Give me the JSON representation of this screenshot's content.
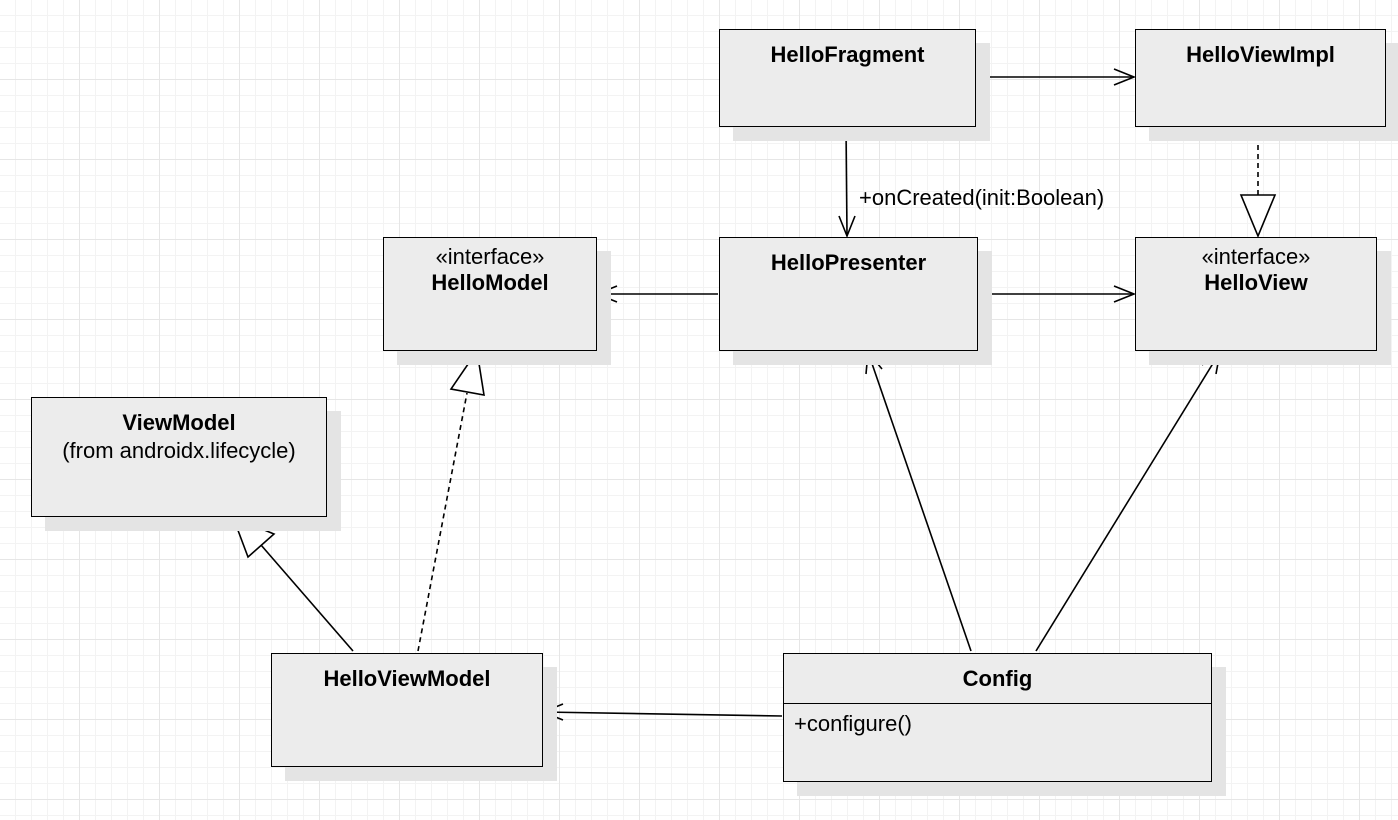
{
  "diagram": {
    "classes": {
      "hello_fragment": {
        "name": "HelloFragment"
      },
      "hello_view_impl": {
        "name": "HelloViewImpl"
      },
      "hello_model": {
        "stereotype": "«interface»",
        "name": "HelloModel"
      },
      "hello_presenter": {
        "name": "HelloPresenter"
      },
      "hello_view": {
        "stereotype": "«interface»",
        "name": "HelloView"
      },
      "view_model": {
        "name": "ViewModel",
        "subtitle": "(from androidx.lifecycle)"
      },
      "hello_view_model": {
        "name": "HelloViewModel"
      },
      "config": {
        "name": "Config",
        "operation": "+configure()"
      }
    },
    "edges": [
      {
        "from": "HelloFragment",
        "to": "HelloViewImpl",
        "kind": "association"
      },
      {
        "from": "HelloViewImpl",
        "to": "HelloView",
        "kind": "realization"
      },
      {
        "from": "HelloFragment",
        "to": "HelloPresenter",
        "kind": "association",
        "label": "+onCreated(init:Boolean)"
      },
      {
        "from": "HelloPresenter",
        "to": "HelloModel",
        "kind": "association"
      },
      {
        "from": "HelloPresenter",
        "to": "HelloView",
        "kind": "association"
      },
      {
        "from": "HelloViewModel",
        "to": "ViewModel",
        "kind": "generalization"
      },
      {
        "from": "HelloViewModel",
        "to": "HelloModel",
        "kind": "realization"
      },
      {
        "from": "Config",
        "to": "HelloViewModel",
        "kind": "association"
      },
      {
        "from": "Config",
        "to": "HelloPresenter",
        "kind": "association"
      },
      {
        "from": "Config",
        "to": "HelloView",
        "kind": "association"
      }
    ]
  }
}
